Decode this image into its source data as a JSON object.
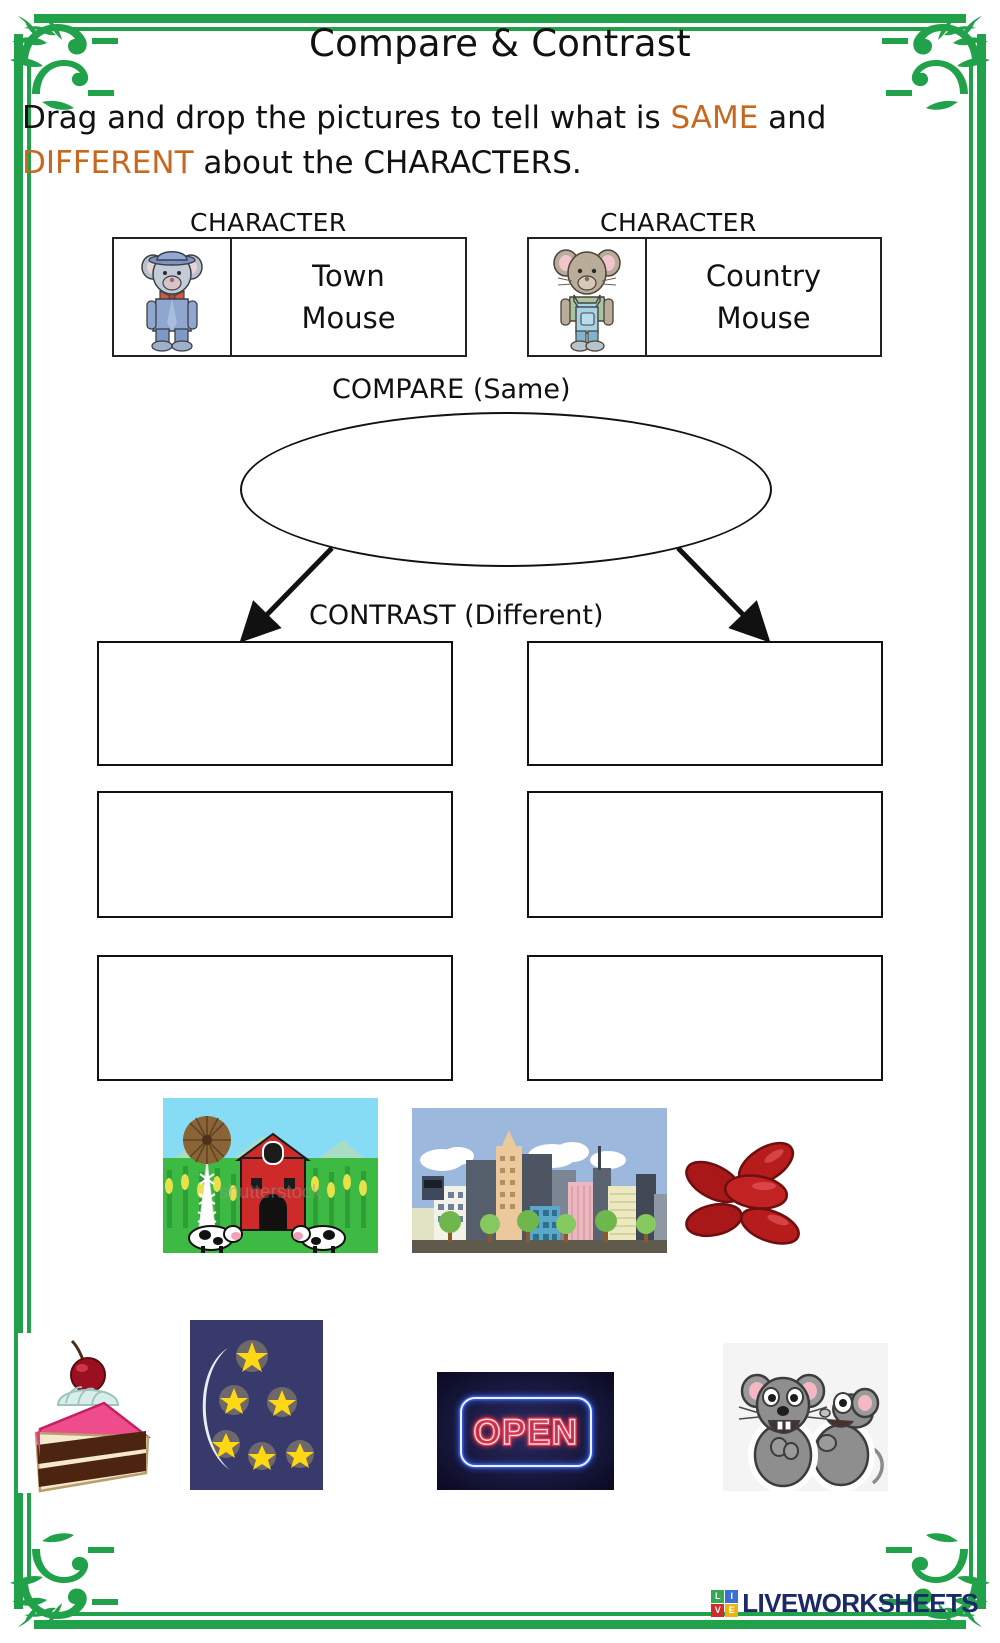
{
  "page": {
    "title": "Compare & Contrast",
    "border_color": "#22a14b",
    "accent_color": "#c8681e"
  },
  "instructions": {
    "part1": "Drag and drop the pictures to tell what is ",
    "same_word": "SAME",
    "part2": " and ",
    "different_word": "DIFFERENT",
    "part3": " about the CHARACTERS."
  },
  "characters": [
    {
      "header": "CHARACTER",
      "name_line1": "Town",
      "name_line2": "Mouse",
      "picture": "town-mouse-icon"
    },
    {
      "header": "CHARACTER",
      "name_line1": "Country",
      "name_line2": "Mouse",
      "picture": "country-mouse-icon"
    }
  ],
  "diagram": {
    "compare_label": "COMPARE   (Same)",
    "contrast_label": "CONTRAST  (Different)",
    "oval_value": "",
    "drop_boxes": [
      {
        "id": "contrast-left-1",
        "value": ""
      },
      {
        "id": "contrast-right-1",
        "value": ""
      },
      {
        "id": "contrast-left-2",
        "value": ""
      },
      {
        "id": "contrast-right-2",
        "value": ""
      },
      {
        "id": "contrast-left-3",
        "value": ""
      },
      {
        "id": "contrast-right-3",
        "value": ""
      }
    ]
  },
  "picture_bank": [
    {
      "id": "farm",
      "name": "farm-barn-windmill-cows-image",
      "label": "farm with barn, windmill, cornfield and cows"
    },
    {
      "id": "city",
      "name": "city-skyline-image",
      "label": "city skyline with skyscrapers"
    },
    {
      "id": "beans",
      "name": "kidney-beans-image",
      "label": "red kidney beans"
    },
    {
      "id": "cake",
      "name": "cake-slice-image",
      "label": "slice of cake with cherry"
    },
    {
      "id": "night",
      "name": "moon-and-stars-image",
      "label": "crescent moon with yellow stars"
    },
    {
      "id": "open",
      "name": "open-neon-sign-image",
      "label": "neon OPEN sign"
    },
    {
      "id": "mice",
      "name": "two-mice-talking-image",
      "label": "two gray mice talking"
    }
  ],
  "open_sign": {
    "text": "OPEN"
  },
  "logo": {
    "mark_letters": [
      "L",
      "I",
      "V",
      "E"
    ],
    "text": "LIVEWORKSHEETS",
    "text_color": "#1b2a66"
  }
}
